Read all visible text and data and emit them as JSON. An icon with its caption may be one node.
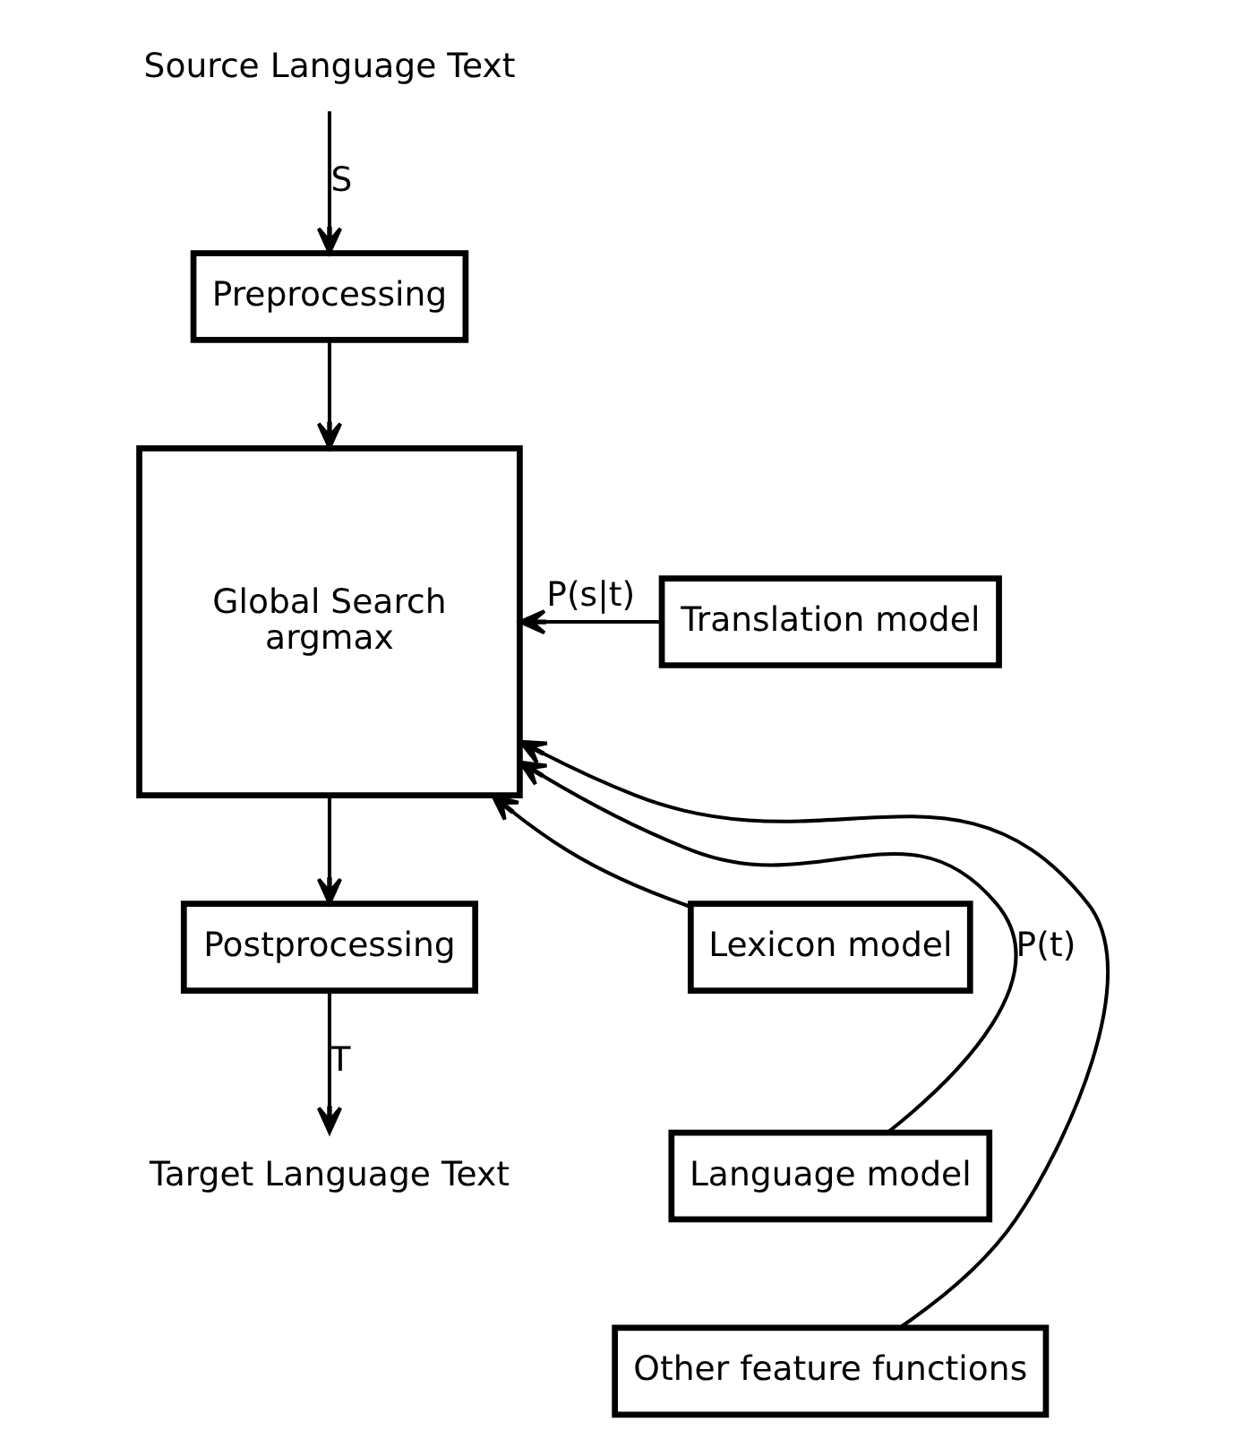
{
  "diagram": {
    "nodes": [
      {
        "text": [
          "Source Language Text"
        ]
      },
      {
        "text": [
          "Preprocessing"
        ]
      },
      {
        "text": [
          "Global Search",
          "argmax"
        ]
      },
      {
        "text": [
          "Translation model"
        ]
      },
      {
        "text": [
          "Lexicon model"
        ]
      },
      {
        "text": [
          "Language model"
        ]
      },
      {
        "text": [
          "Other feature functions"
        ]
      },
      {
        "text": [
          "Postprocessing"
        ]
      },
      {
        "text": [
          "Target Language Text"
        ]
      }
    ],
    "edges": [
      {
        "from": 0,
        "to": 1,
        "arrow": "to",
        "label": "S"
      },
      {
        "from": 1,
        "to": 2,
        "arrow": "to"
      },
      {
        "from": 3,
        "to": 2,
        "arrow": "to",
        "label": "P(s|t)"
      },
      {
        "from": 4,
        "to": 2,
        "arrow": "to"
      },
      {
        "from": 5,
        "to": 2,
        "arrow": "to",
        "label": "P(t)"
      },
      {
        "from": 6,
        "to": 2,
        "arrow": "to"
      },
      {
        "from": 2,
        "to": 7,
        "arrow": "to"
      },
      {
        "from": 7,
        "to": 8,
        "arrow": "to",
        "label": "T"
      }
    ]
  }
}
